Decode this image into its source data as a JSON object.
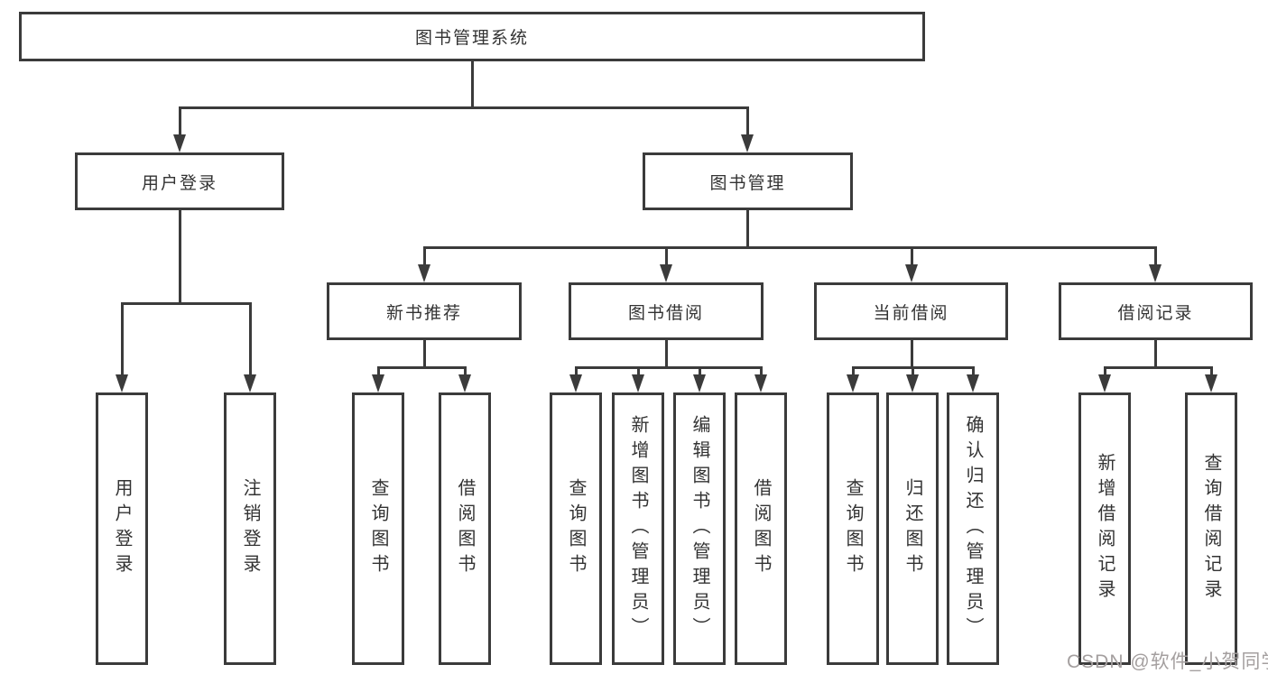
{
  "diagram": {
    "root": {
      "label": "图书管理系统"
    },
    "branches": {
      "user_login": {
        "label": "用户登录"
      },
      "book_mgmt": {
        "label": "图书管理"
      }
    },
    "modules": {
      "new_books": {
        "label": "新书推荐"
      },
      "book_borrow": {
        "label": "图书借阅"
      },
      "current_borrow": {
        "label": "当前借阅"
      },
      "borrow_records": {
        "label": "借阅记录"
      }
    },
    "leaves": {
      "user_login": {
        "label": "用户登录"
      },
      "logout": {
        "label": "注销登录"
      },
      "nb_query": {
        "label": "查询图书"
      },
      "nb_borrow": {
        "label": "借阅图书"
      },
      "bb_query": {
        "label": "查询图书"
      },
      "bb_add": {
        "label": "新增图书（管理员）"
      },
      "bb_edit": {
        "label": "编辑图书（管理员）"
      },
      "bb_borrow": {
        "label": "借阅图书"
      },
      "cb_query": {
        "label": "查询图书"
      },
      "cb_return": {
        "label": "归还图书"
      },
      "cb_confirm": {
        "label": "确认归还（管理员）"
      },
      "br_add": {
        "label": "新增借阅记录"
      },
      "br_query": {
        "label": "查询借阅记录"
      }
    }
  },
  "watermark": {
    "text": "CSDN @软件_小贺同学"
  },
  "colors": {
    "line": "#3b3b3b",
    "text": "#333333",
    "background": "#ffffff",
    "watermark": "#a49f9f"
  }
}
